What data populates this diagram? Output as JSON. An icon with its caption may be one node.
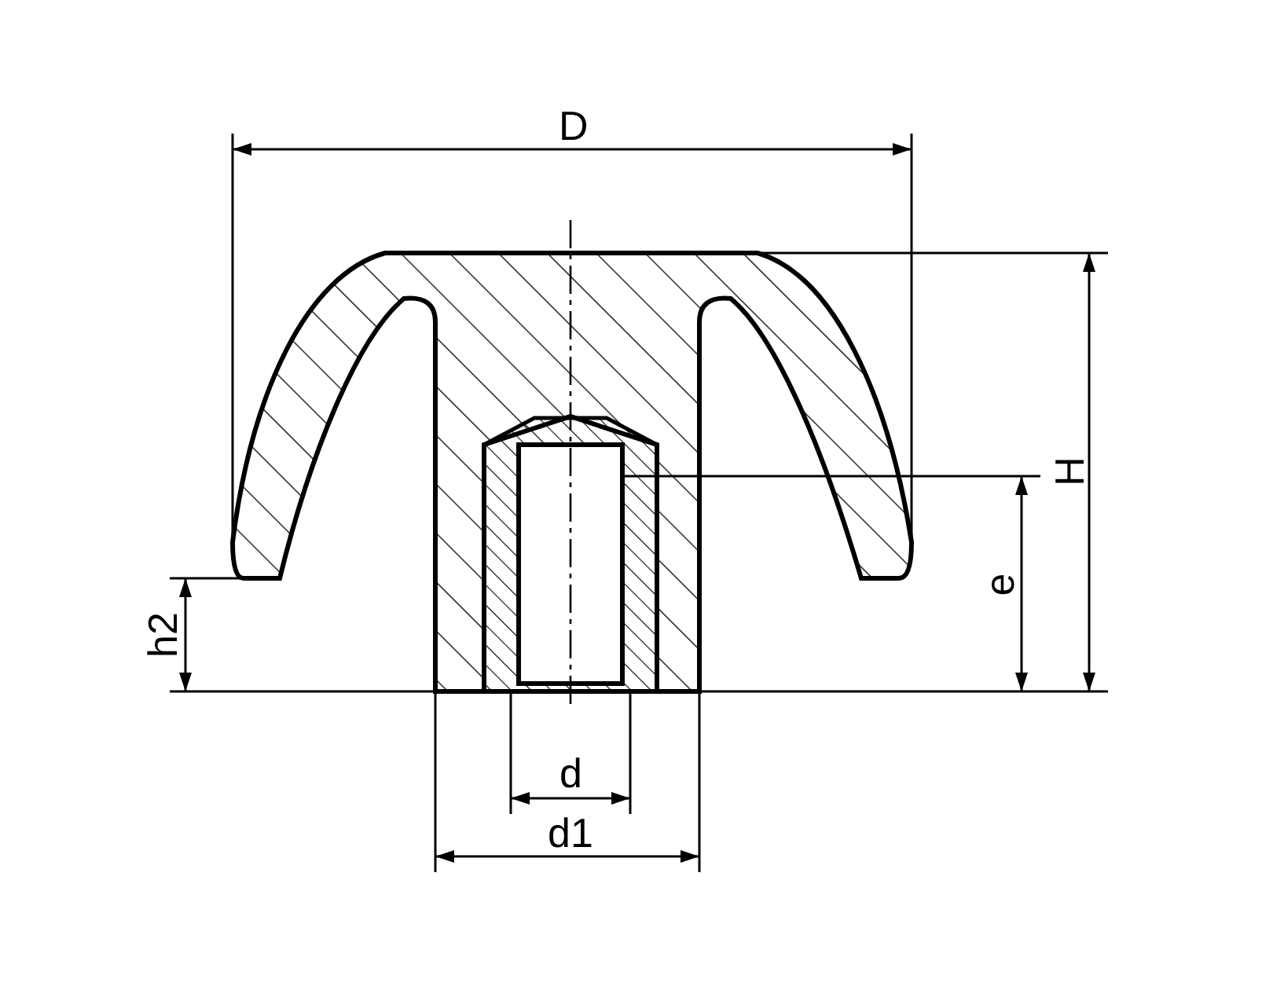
{
  "diagram": {
    "labels": [
      "D",
      "H",
      "e",
      "h2",
      "d",
      "d1"
    ]
  }
}
